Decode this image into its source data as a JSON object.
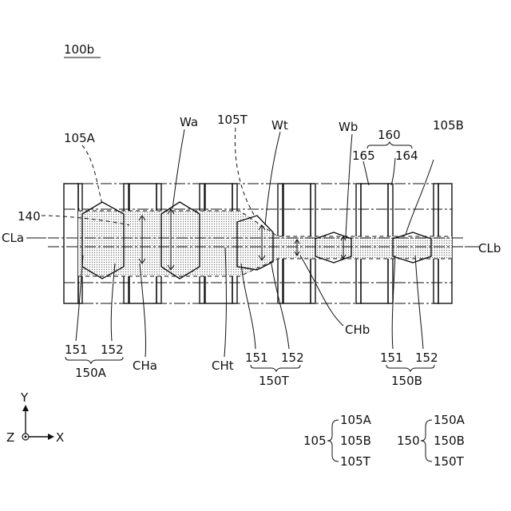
{
  "figure_id": "100b",
  "labels": {
    "a105A": "105A",
    "aWa": "Wa",
    "a105T": "105T",
    "aWt": "Wt",
    "aWb": "Wb",
    "a160": "160",
    "a105B": "105B",
    "a165": "165",
    "a164": "164",
    "a140": "140",
    "aCLa": "CLa",
    "aCLb": "CLb",
    "a151A": "151",
    "a152A": "152",
    "a150A": "150A",
    "aCHa": "CHa",
    "aCHt": "CHt",
    "a151T": "151",
    "a152T": "152",
    "a150T": "150T",
    "aCHb": "CHb",
    "a151B": "151",
    "a152B": "152",
    "a150B": "150B"
  },
  "axes": {
    "y": "Y",
    "z": "Z",
    "x": "X"
  },
  "legend": {
    "group105": {
      "parent": "105",
      "items": [
        "105A",
        "105B",
        "105T"
      ]
    },
    "group150": {
      "parent": "150",
      "items": [
        "150A",
        "150B",
        "150T"
      ]
    }
  }
}
